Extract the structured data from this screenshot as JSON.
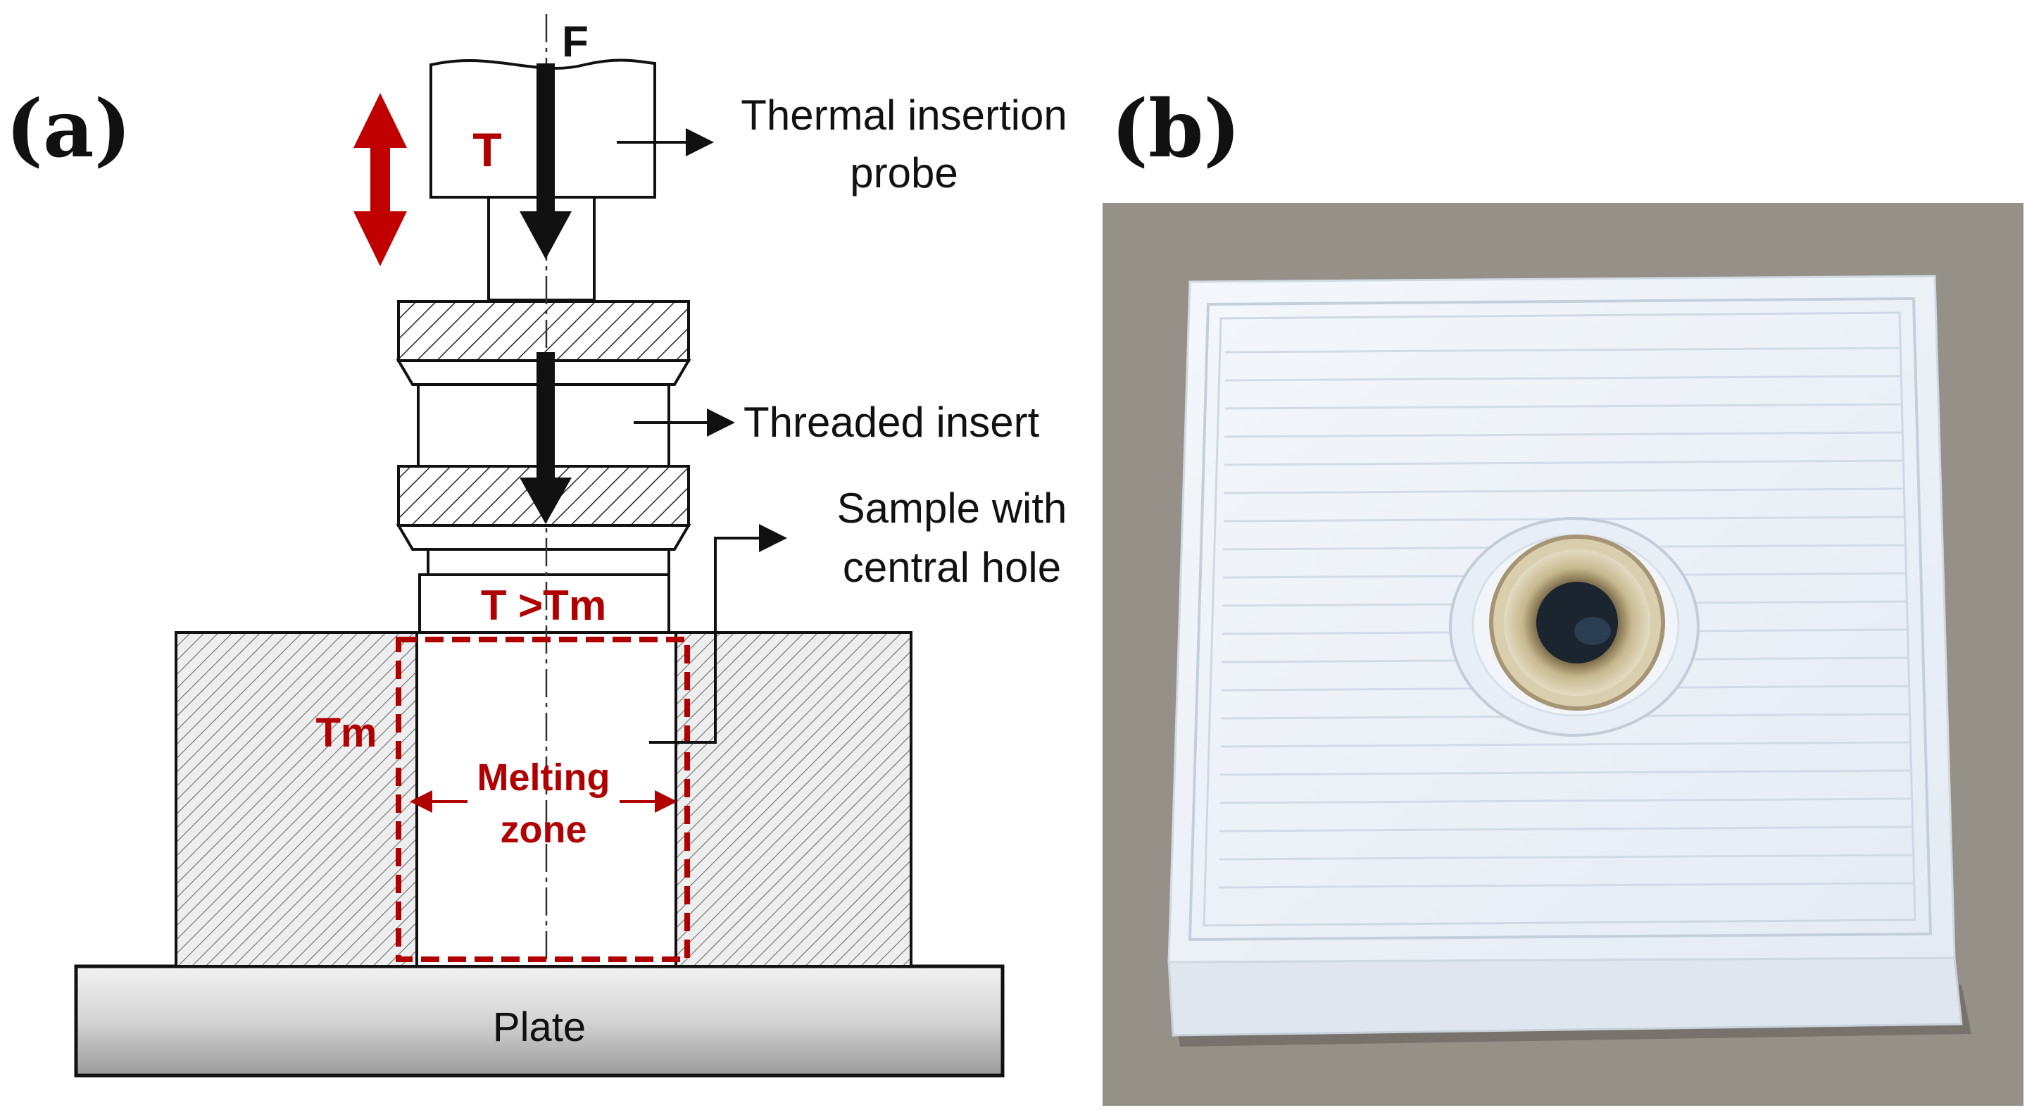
{
  "panel_a": {
    "label": "(a)",
    "force_label": "F",
    "probe_temp": "T",
    "probe_callout": {
      "line1": "Thermal insertion",
      "line2": "probe"
    },
    "insert_callout": "Threaded insert",
    "sample_callout": {
      "line1": "Sample with",
      "line2": "central hole"
    },
    "insert_temp": "T >Tm",
    "sample_temp": "Tm",
    "melting_zone": {
      "line1": "Melting",
      "line2": "zone"
    },
    "plate_label": "Plate",
    "colors": {
      "accent_red": "#b00000",
      "outline": "#111111",
      "hatch": "#555555"
    }
  },
  "panel_b": {
    "label": "(b)",
    "photo_description_icon": "printed-sample-with-brass-insert-photo"
  }
}
